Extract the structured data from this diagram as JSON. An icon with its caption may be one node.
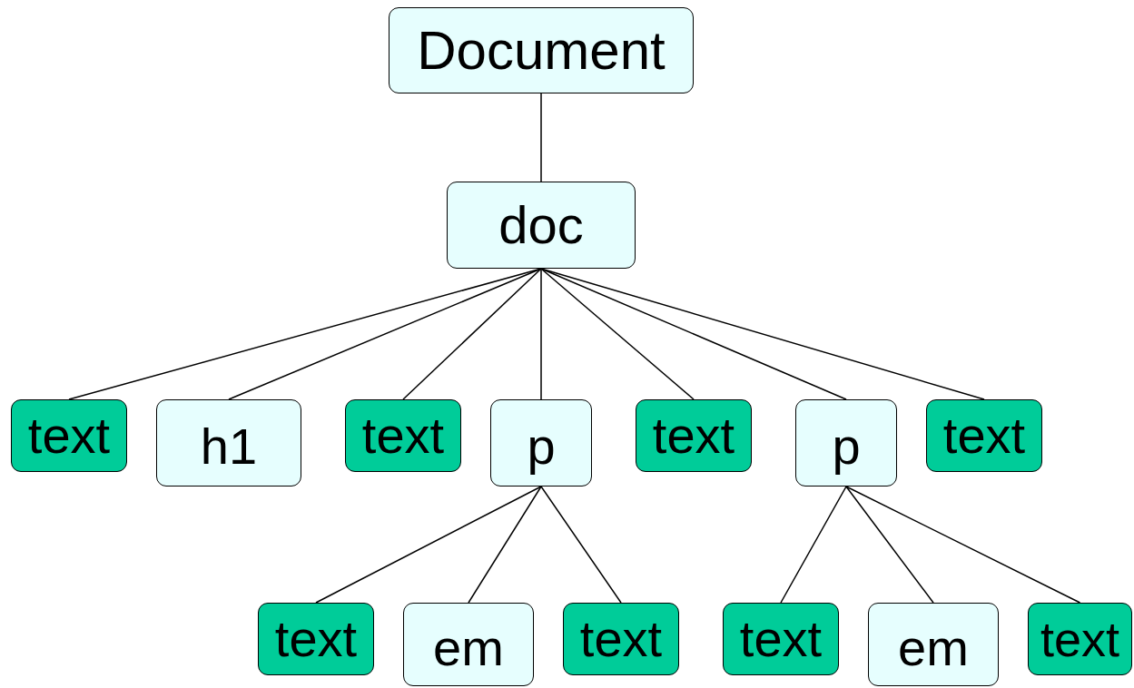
{
  "diagram": {
    "nodes": [
      {
        "text": [
          "Document"
        ]
      },
      {
        "text": [
          "doc"
        ]
      },
      {
        "text": [
          "text"
        ]
      },
      {
        "text": [
          "h1"
        ]
      },
      {
        "text": [
          "text"
        ]
      },
      {
        "text": [
          "p"
        ]
      },
      {
        "text": [
          "text"
        ]
      },
      {
        "text": [
          "p"
        ]
      },
      {
        "text": [
          "text"
        ]
      },
      {
        "text": [
          "text"
        ]
      },
      {
        "text": [
          "em"
        ]
      },
      {
        "text": [
          "text"
        ]
      },
      {
        "text": [
          "text"
        ]
      },
      {
        "text": [
          "em"
        ]
      },
      {
        "text": [
          "text"
        ]
      }
    ],
    "edges": [
      {
        "from": 0,
        "to": 1,
        "arrow": "none"
      },
      {
        "from": 1,
        "to": 2,
        "arrow": "none"
      },
      {
        "from": 1,
        "to": 3,
        "arrow": "none"
      },
      {
        "from": 1,
        "to": 4,
        "arrow": "none"
      },
      {
        "from": 1,
        "to": 5,
        "arrow": "none"
      },
      {
        "from": 1,
        "to": 6,
        "arrow": "none"
      },
      {
        "from": 1,
        "to": 7,
        "arrow": "none"
      },
      {
        "from": 1,
        "to": 8,
        "arrow": "none"
      },
      {
        "from": 5,
        "to": 9,
        "arrow": "none"
      },
      {
        "from": 5,
        "to": 10,
        "arrow": "none"
      },
      {
        "from": 5,
        "to": 11,
        "arrow": "none"
      },
      {
        "from": 7,
        "to": 12,
        "arrow": "none"
      },
      {
        "from": 7,
        "to": 13,
        "arrow": "none"
      },
      {
        "from": 7,
        "to": 14,
        "arrow": "none"
      }
    ]
  }
}
